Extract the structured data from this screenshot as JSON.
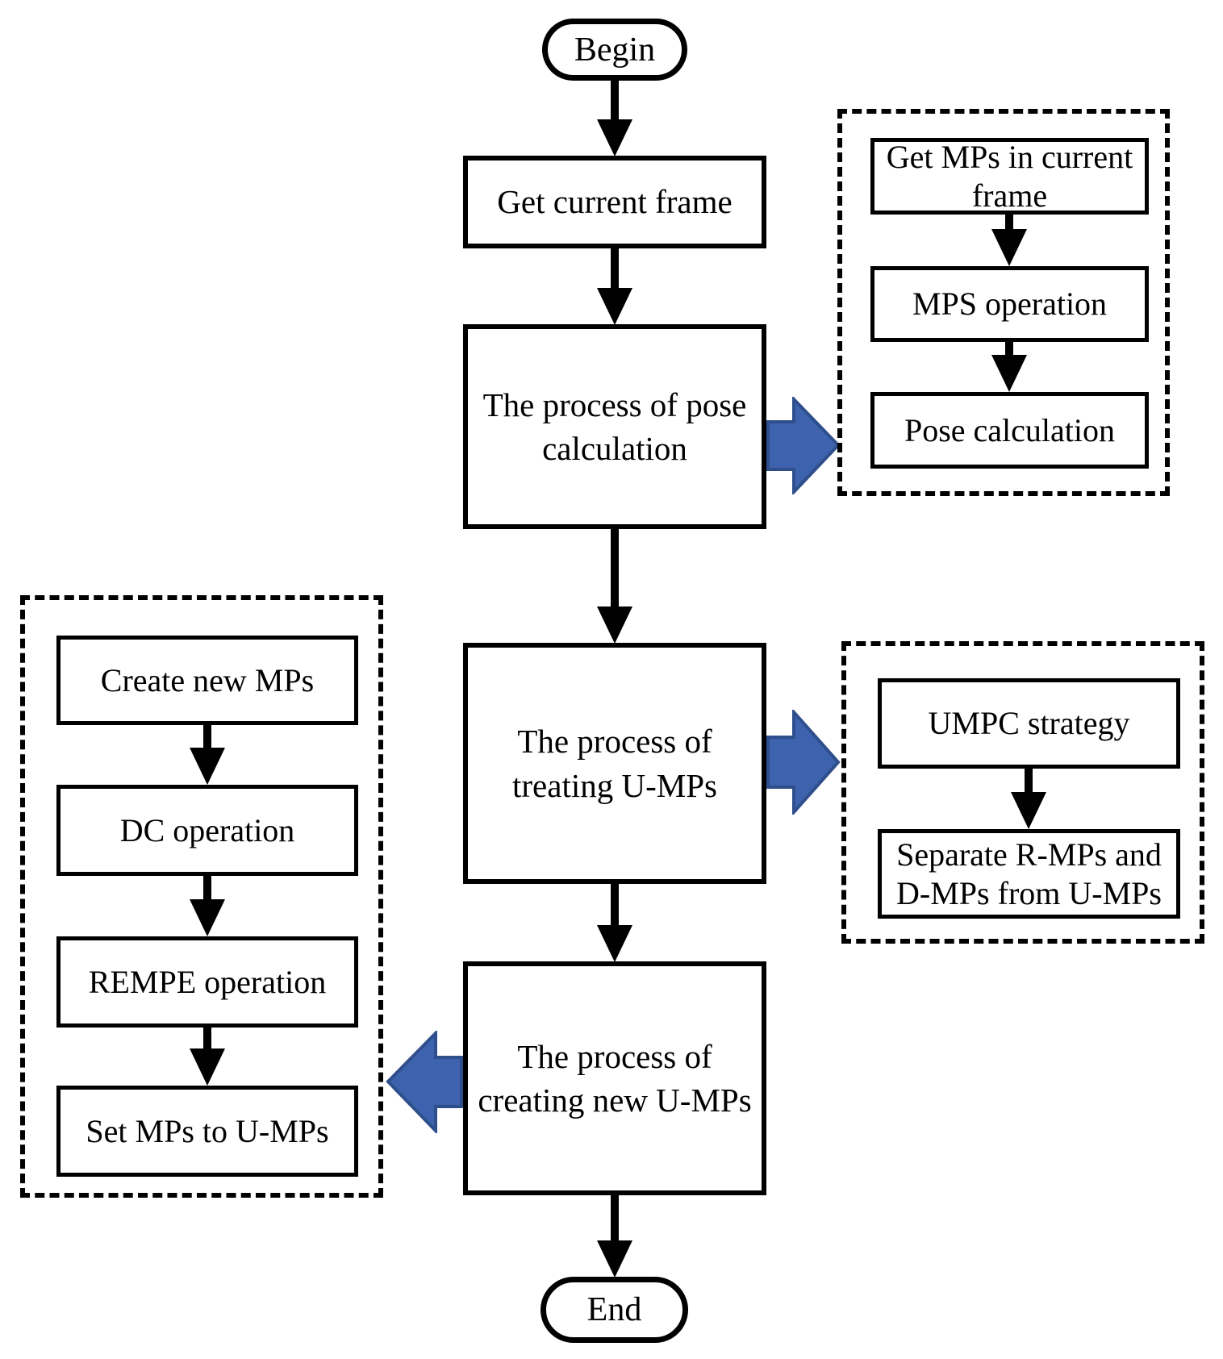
{
  "flow": {
    "begin_label": "Begin",
    "end_label": "End",
    "steps": {
      "get_current_frame": "Get current frame",
      "pose_process": "The process of pose calculation",
      "treating_umps": "The process of treating U-MPs",
      "creating_umps": "The process of creating new U-MPs"
    }
  },
  "pose_subflow": {
    "steps": {
      "get_mps": "Get MPs in current frame",
      "mps_operation": "MPS operation",
      "pose_calculation": "Pose calculation"
    }
  },
  "treating_subflow": {
    "steps": {
      "umpc_strategy": "UMPC strategy",
      "separate_mps": "Separate R-MPs and D-MPs from U-MPs"
    }
  },
  "creating_subflow": {
    "steps": {
      "create_new_mps": "Create new MPs",
      "dc_operation": "DC operation",
      "rempe_operation": "REMPE operation",
      "set_mps_to_umps": "Set MPs to U-MPs"
    }
  },
  "colors": {
    "background": "#ffffff",
    "line": "#000000",
    "block_arrow_fill": "#3E63AE",
    "block_arrow_stroke": "#2E4E8C"
  }
}
